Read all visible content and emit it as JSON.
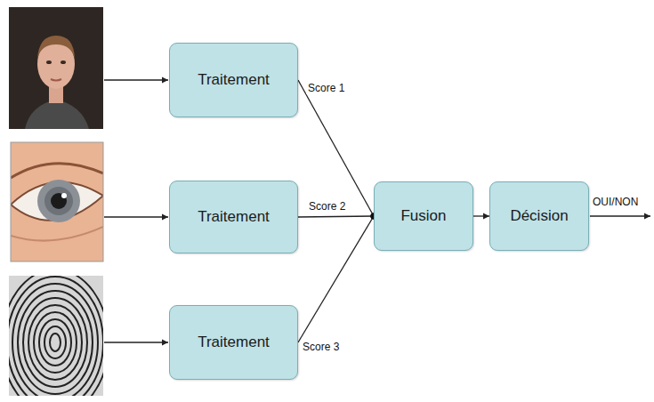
{
  "diagram": {
    "nodes": [
      {
        "text": [
          "Traitement"
        ]
      },
      {
        "text": [
          "Traitement"
        ]
      },
      {
        "text": [
          "Traitement"
        ]
      },
      {
        "text": [
          "Fusion"
        ]
      },
      {
        "text": [
          "Décision"
        ]
      }
    ],
    "edges": [
      {
        "from": 0,
        "to": 3,
        "label": "Score 1",
        "arrow": "none"
      },
      {
        "from": 1,
        "to": 3,
        "label": "Score 2",
        "arrow": "none"
      },
      {
        "from": 2,
        "to": 3,
        "label": "Score 3",
        "arrow": "none"
      },
      {
        "from": 3,
        "to": 4,
        "arrow": "to"
      }
    ],
    "labels": [
      "OUI/NON"
    ]
  }
}
